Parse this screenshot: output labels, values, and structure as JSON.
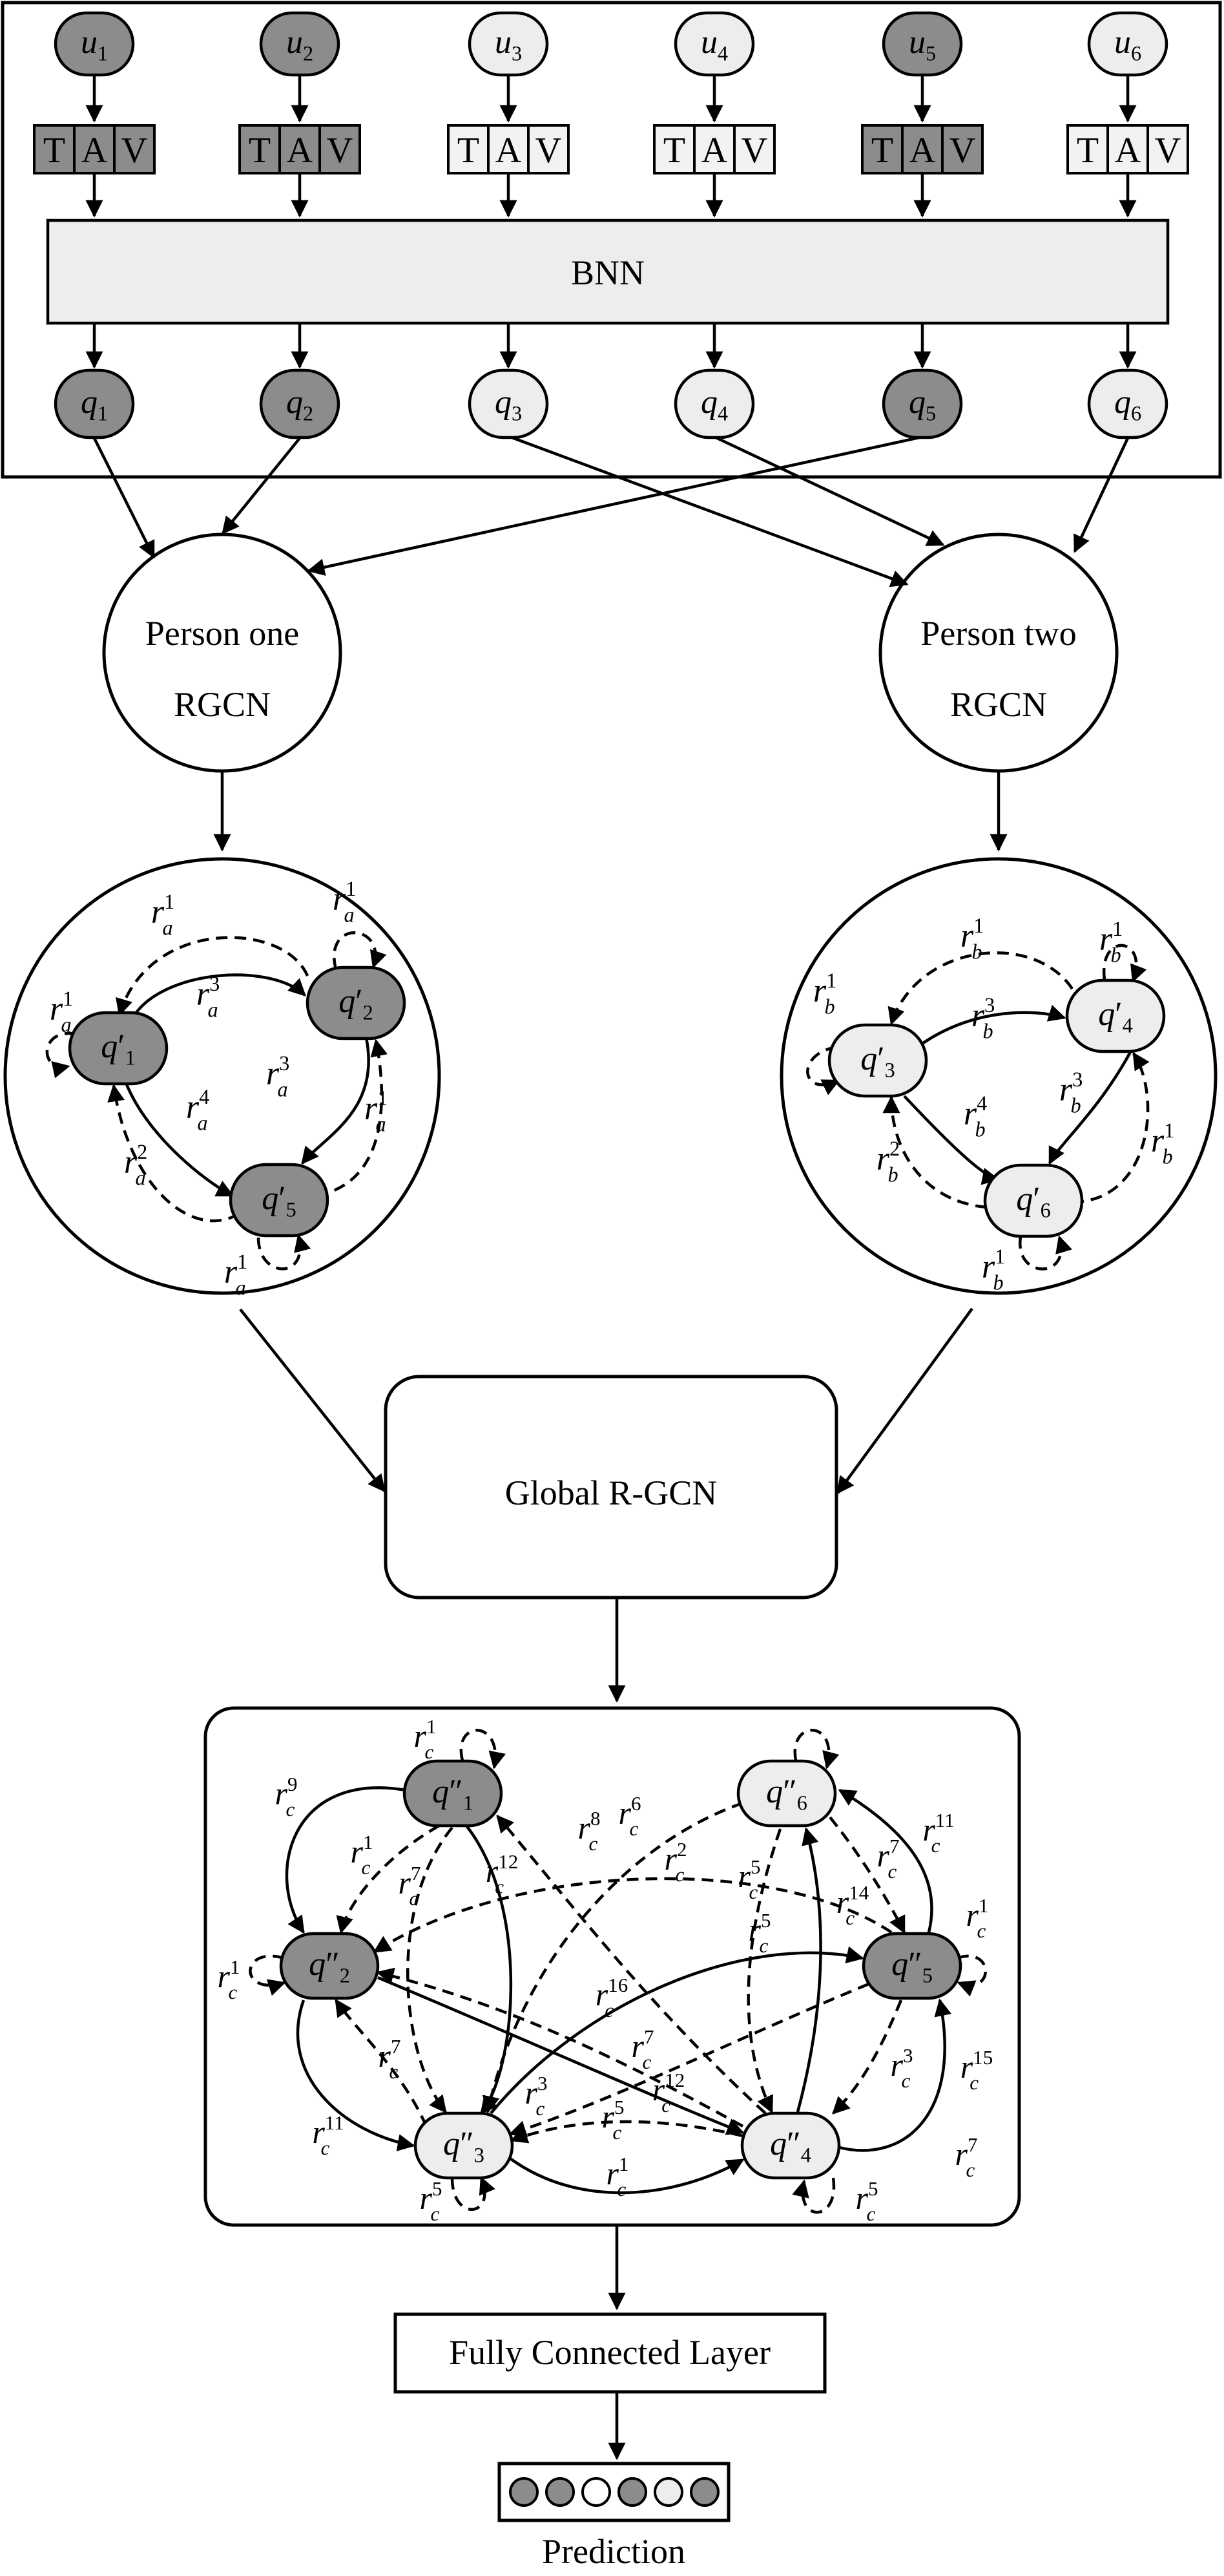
{
  "modality_cells": [
    "T",
    "A",
    "V"
  ],
  "utterances": [
    {
      "base": "u",
      "sub": "1",
      "shade": "dark"
    },
    {
      "base": "u",
      "sub": "2",
      "shade": "dark"
    },
    {
      "base": "u",
      "sub": "3",
      "shade": "light"
    },
    {
      "base": "u",
      "sub": "4",
      "shade": "light"
    },
    {
      "base": "u",
      "sub": "5",
      "shade": "dark"
    },
    {
      "base": "u",
      "sub": "6",
      "shade": "light"
    }
  ],
  "bnn_label": "BNN",
  "features": [
    {
      "base": "q",
      "sub": "1",
      "shade": "dark"
    },
    {
      "base": "q",
      "sub": "2",
      "shade": "dark"
    },
    {
      "base": "q",
      "sub": "3",
      "shade": "light"
    },
    {
      "base": "q",
      "sub": "4",
      "shade": "light"
    },
    {
      "base": "q",
      "sub": "5",
      "shade": "dark"
    },
    {
      "base": "q",
      "sub": "6",
      "shade": "light"
    }
  ],
  "person_one": {
    "line1": "Person one",
    "line2": "RGCN"
  },
  "person_two": {
    "line1": "Person two",
    "line2": "RGCN"
  },
  "graph_a": {
    "nodes": [
      {
        "base": "q",
        "prime": "′",
        "sub": "1"
      },
      {
        "base": "q",
        "prime": "′",
        "sub": "2"
      },
      {
        "base": "q",
        "prime": "′",
        "sub": "5"
      }
    ],
    "relations": [
      {
        "base": "r",
        "sub": "a",
        "sup": "1"
      },
      {
        "base": "r",
        "sub": "a",
        "sup": "1"
      },
      {
        "base": "r",
        "sub": "a",
        "sup": "3"
      },
      {
        "base": "r",
        "sub": "a",
        "sup": "1"
      },
      {
        "base": "r",
        "sub": "a",
        "sup": "3"
      },
      {
        "base": "r",
        "sub": "a",
        "sup": "4"
      },
      {
        "base": "r",
        "sub": "a",
        "sup": "1"
      },
      {
        "base": "r",
        "sub": "a",
        "sup": "2"
      },
      {
        "base": "r",
        "sub": "a",
        "sup": "1"
      }
    ]
  },
  "graph_b": {
    "nodes": [
      {
        "base": "q",
        "prime": "′",
        "sub": "3"
      },
      {
        "base": "q",
        "prime": "′",
        "sub": "4"
      },
      {
        "base": "q",
        "prime": "′",
        "sub": "6"
      }
    ],
    "relations": [
      {
        "base": "r",
        "sub": "b",
        "sup": "1"
      },
      {
        "base": "r",
        "sub": "b",
        "sup": "1"
      },
      {
        "base": "r",
        "sub": "b",
        "sup": "1"
      },
      {
        "base": "r",
        "sub": "b",
        "sup": "3"
      },
      {
        "base": "r",
        "sub": "b",
        "sup": "4"
      },
      {
        "base": "r",
        "sub": "b",
        "sup": "3"
      },
      {
        "base": "r",
        "sub": "b",
        "sup": "2"
      },
      {
        "base": "r",
        "sub": "b",
        "sup": "1"
      },
      {
        "base": "r",
        "sub": "b",
        "sup": "1"
      }
    ]
  },
  "global_label": "Global R-GCN",
  "graph_c": {
    "nodes": [
      {
        "base": "q",
        "prime": "″",
        "sub": "1",
        "shade": "dark"
      },
      {
        "base": "q",
        "prime": "″",
        "sub": "2",
        "shade": "dark"
      },
      {
        "base": "q",
        "prime": "″",
        "sub": "3",
        "shade": "light"
      },
      {
        "base": "q",
        "prime": "″",
        "sub": "4",
        "shade": "light"
      },
      {
        "base": "q",
        "prime": "″",
        "sub": "5",
        "shade": "dark"
      },
      {
        "base": "q",
        "prime": "″",
        "sub": "6",
        "shade": "light"
      }
    ],
    "relations": [
      {
        "base": "r",
        "sub": "c",
        "sup": "1"
      },
      {
        "base": "r",
        "sub": "c",
        "sup": "9"
      },
      {
        "base": "r",
        "sub": "c",
        "sup": "1"
      },
      {
        "base": "r",
        "sub": "c",
        "sup": "7"
      },
      {
        "base": "r",
        "sub": "c",
        "sup": "12"
      },
      {
        "base": "r",
        "sub": "c",
        "sup": "8"
      },
      {
        "base": "r",
        "sub": "c",
        "sup": "1"
      },
      {
        "base": "r",
        "sub": "c",
        "sup": "11"
      },
      {
        "base": "r",
        "sub": "c",
        "sup": "7"
      },
      {
        "base": "r",
        "sub": "c",
        "sup": "5"
      },
      {
        "base": "r",
        "sub": "c",
        "sup": "6"
      },
      {
        "base": "r",
        "sub": "c",
        "sup": "2"
      },
      {
        "base": "r",
        "sub": "c",
        "sup": "5"
      },
      {
        "base": "r",
        "sub": "c",
        "sup": "14"
      },
      {
        "base": "r",
        "sub": "c",
        "sup": "11"
      },
      {
        "base": "r",
        "sub": "c",
        "sup": "7"
      },
      {
        "base": "r",
        "sub": "c",
        "sup": "1"
      },
      {
        "base": "r",
        "sub": "c",
        "sup": "16"
      },
      {
        "base": "r",
        "sub": "c",
        "sup": "7"
      },
      {
        "base": "r",
        "sub": "c",
        "sup": "3"
      },
      {
        "base": "r",
        "sub": "c",
        "sup": "12"
      },
      {
        "base": "r",
        "sub": "c",
        "sup": "3"
      },
      {
        "base": "r",
        "sub": "c",
        "sup": "15"
      },
      {
        "base": "r",
        "sub": "c",
        "sup": "5"
      },
      {
        "base": "r",
        "sub": "c",
        "sup": "1"
      },
      {
        "base": "r",
        "sub": "c",
        "sup": "5"
      },
      {
        "base": "r",
        "sub": "c",
        "sup": "5"
      },
      {
        "base": "r",
        "sub": "c",
        "sup": "7"
      }
    ]
  },
  "fc_label": "Fully Connected Layer",
  "prediction": {
    "label": "Prediction",
    "cells": [
      "dark",
      "dark",
      "white",
      "dark",
      "light",
      "dark"
    ]
  },
  "colors": {
    "dark": "#8c8c8c",
    "light": "#ededed",
    "white": "#ffffff",
    "stroke": "#000000"
  }
}
